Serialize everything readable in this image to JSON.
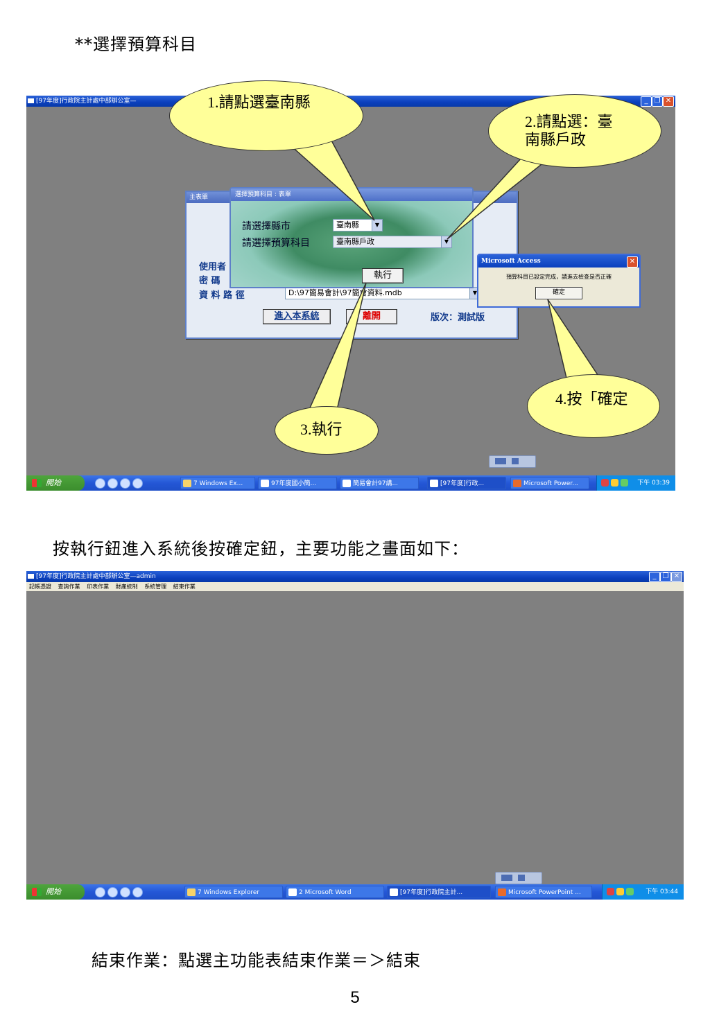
{
  "doc": {
    "heading1": "**選擇預算科目",
    "heading2": "按執行鈕進入系統後按確定鈕，主要功能之畫面如下：",
    "heading3": "結束作業：點選主功能表結束作業＝＞結束",
    "page_number": "5"
  },
  "shot1": {
    "window_title": "[97年度]行政院主計處中部辦公室—",
    "form": {
      "title": "主表單",
      "user_label": "使用者",
      "password_label": "密 碼",
      "path_label": "資 料 路 徑",
      "path_value": "D:\\97簡易會計\\97簡會資料.mdb",
      "enter_button": "進入本系統",
      "leave_button": "離開",
      "version": "版次：測試版"
    },
    "dialog": {
      "title": "選擇預算科目 : 表單",
      "county_label": "請選擇縣市",
      "county_value": "臺南縣",
      "subject_label": "請選擇預算科目",
      "subject_value": "臺南縣戶政",
      "execute_button": "執行"
    },
    "msgbox": {
      "title": "Microsoft Access",
      "message": "預算科目已設定完成，請進去檢查是否正確",
      "ok_button": "確定"
    },
    "callouts": {
      "c1": "1.請點選臺南縣",
      "c2": "2.請點選：臺南縣戶政",
      "c3": "3.執行",
      "c4": "4.按「確定"
    },
    "taskbar": {
      "start": "開始",
      "tasks": [
        "7 Windows Ex...",
        "97年度國小簡...",
        "簡易會計97講...",
        "[97年度]行政...",
        "Microsoft Power..."
      ],
      "clock": "下午 03:39"
    }
  },
  "shot2": {
    "window_title": "[97年度]行政院主計處中部辦公室—admin",
    "menu": [
      "記帳憑證",
      "查詢作業",
      "印表作業",
      "財產統制",
      "系統管理",
      "結束作業"
    ],
    "taskbar": {
      "start": "開始",
      "tasks": [
        "7 Windows Explorer",
        "2 Microsoft Word",
        "[97年度]行政院主計...",
        "Microsoft PowerPoint ..."
      ],
      "clock": "下午 03:44"
    }
  }
}
